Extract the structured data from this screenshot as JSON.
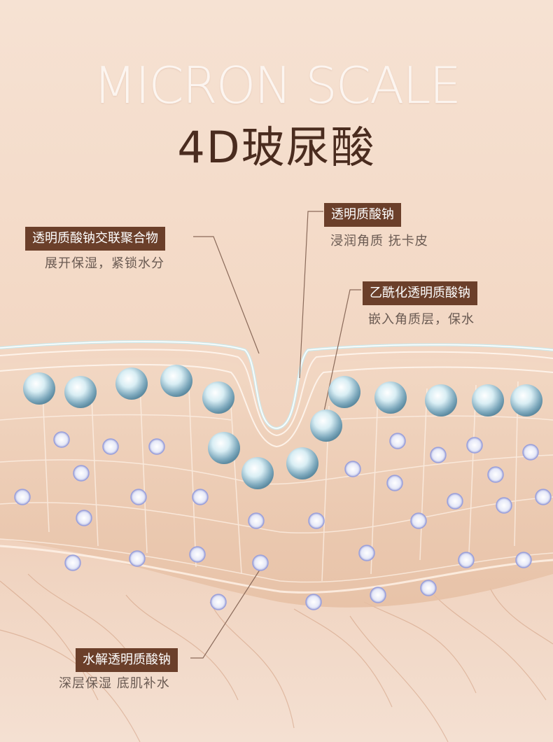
{
  "headline": {
    "en": "MICRON SCALE",
    "cn": "4D玻尿酸"
  },
  "callouts": [
    {
      "tag": "透明质酸钠交联聚合物",
      "desc": "展开保湿，紧锁水分"
    },
    {
      "tag": "透明质酸钠",
      "desc": "浸润角质 抚卡皮"
    },
    {
      "tag": "乙酰化透明质酸钠",
      "desc": "嵌入角质层，保水"
    },
    {
      "tag": "水解透明质酸钠",
      "desc": "深层保湿 底肌补水"
    }
  ],
  "colors": {
    "tag_bg": "#6b3f2a",
    "title": "#4a2c1f",
    "skin": "#efcfb7",
    "glow": "#d8f2f4"
  }
}
